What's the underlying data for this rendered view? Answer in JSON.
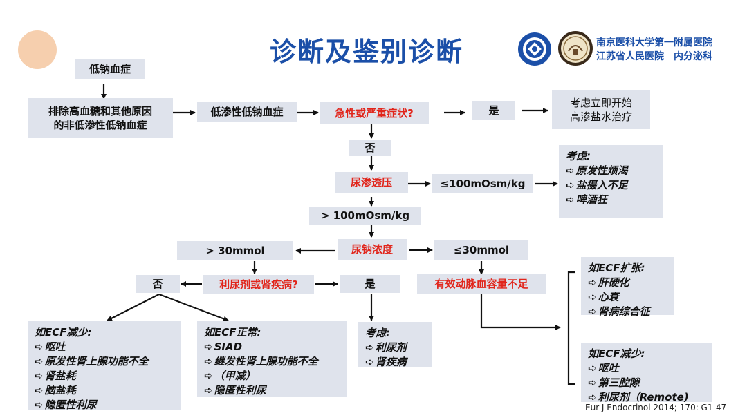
{
  "title": "诊断及鉴别诊断",
  "hospital": {
    "line1": "南京医科大学第一附属医院",
    "line2": "江苏省人民医院　内分泌科"
  },
  "citation": "Eur J Endocrinol 2014; 170: G1-47",
  "colors": {
    "title": "#1b4fa8",
    "highlight": "#e1251b",
    "box_bg": "#dfe3ec",
    "deco": "#f6cfae"
  },
  "flow": {
    "hyponatremia": "低钠血症",
    "exclude": [
      "排除高血糖和其他原因",
      "的非低渗性低钠血症"
    ],
    "hypotonic": "低渗性低钠血症",
    "acute_question": "急性或严重症状?",
    "yes_top": "是",
    "hypertonic": [
      "考虑立即开始",
      "高渗盐水治疗"
    ],
    "no_top": "否",
    "urine_osm": "尿渗透压",
    "le100": "≤100mOsm/kg",
    "consider_low": {
      "head": "考虑:",
      "items": [
        "原发性烦渴",
        "盐摄入不足",
        "啤酒狂"
      ]
    },
    "gt100": "> 100mOsm/kg",
    "urine_na": "尿钠浓度",
    "gt30": "> 30mmol",
    "le30": "≤30mmol",
    "diuretic_question": "利尿剂或肾疾病?",
    "no_left": "否",
    "yes_mid": "是",
    "ineffective_volume": "有效动脉血容量不足",
    "ecf_decrease_left": {
      "head": "如ECF减少:",
      "items": [
        "呕吐",
        "原发性肾上腺功能不全",
        "肾盐耗",
        "脑盐耗",
        "隐匿性利尿"
      ]
    },
    "ecf_normal": {
      "head": "如ECF正常:",
      "items": [
        "SIAD",
        "继发性肾上腺功能不全",
        "（甲减）",
        "隐匿性利尿"
      ]
    },
    "consider_diuretic": {
      "head": "考虑:",
      "items": [
        "利尿剂",
        "肾疾病"
      ]
    },
    "ecf_expand": {
      "head": "如ECF扩张:",
      "items": [
        "肝硬化",
        "心衰",
        "肾病综合征"
      ]
    },
    "ecf_decrease_right": {
      "head": "如ECF减少:",
      "items": [
        "呕吐",
        "第三腔隙",
        "利尿剂（Remote)"
      ]
    }
  },
  "icons": {
    "bullet": "hand-pointer-icon",
    "arrow": "arrow-icon"
  }
}
